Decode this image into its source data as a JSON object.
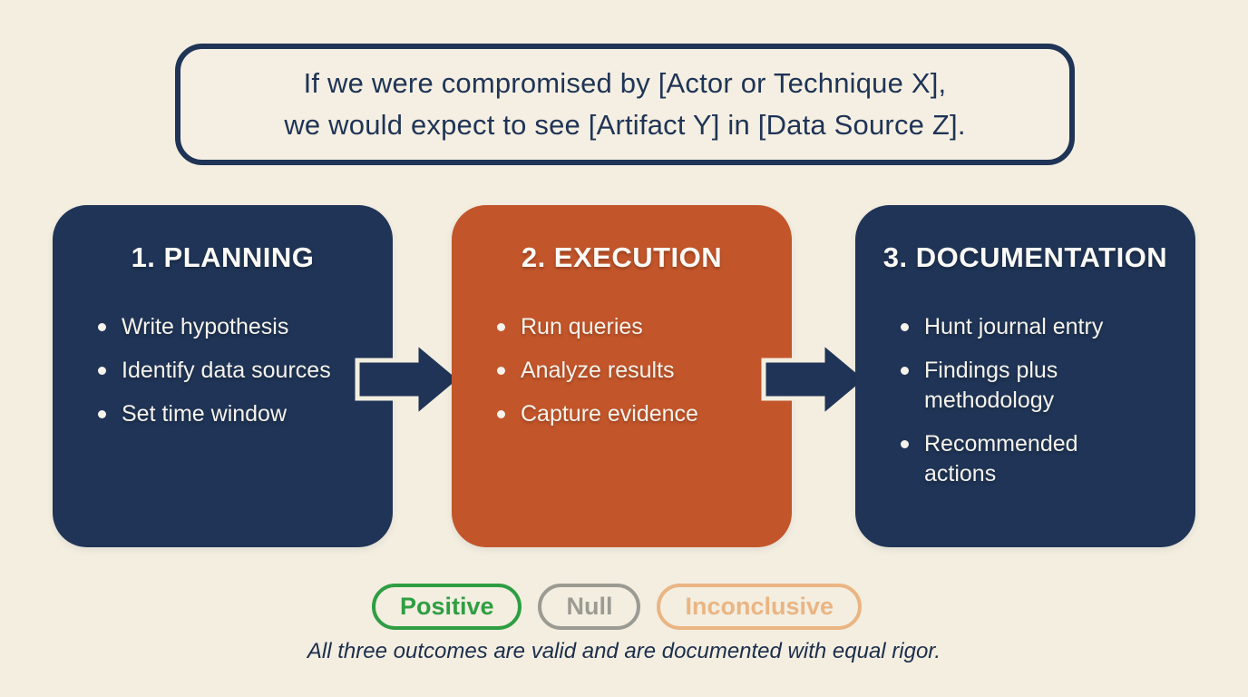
{
  "hypothesis": {
    "line1": "If we were compromised by [Actor or Technique X],",
    "line2": "we would expect to see [Artifact Y] in [Data Source Z].",
    "border_color": "#1f3456",
    "text_color": "#1f3456"
  },
  "stages": [
    {
      "title": "1. PLANNING",
      "color": "#1f3456",
      "items": [
        "Write hypothesis",
        "Identify data sources",
        "Set time window"
      ]
    },
    {
      "title": "2. EXECUTION",
      "color": "#c3552a",
      "items": [
        "Run queries",
        "Analyze results",
        "Capture evidence"
      ]
    },
    {
      "title": "3. DOCUMENTATION",
      "color": "#1f3456",
      "items": [
        "Hunt journal entry",
        "Findings plus methodology",
        "Recommended actions"
      ]
    }
  ],
  "arrow": {
    "fill": "#1f3456",
    "outline": "#f3eee0"
  },
  "outcomes": [
    {
      "label": "Positive",
      "color": "#2f9e43"
    },
    {
      "label": "Null",
      "color": "#9b9b93"
    },
    {
      "label": "Inconclusive",
      "color": "#eab583"
    }
  ],
  "footer_note": "All three outcomes are valid and are documented with equal rigor.",
  "background_color": "#f3eee0"
}
